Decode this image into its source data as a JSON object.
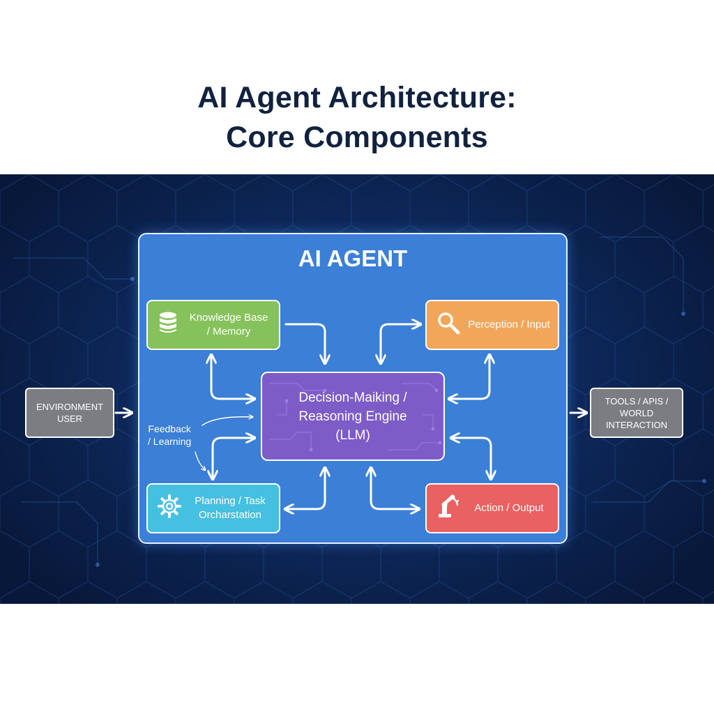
{
  "title": {
    "line1": "AI Agent Architecture:",
    "line2": "Core Components"
  },
  "agent": {
    "title": "AI AGENT"
  },
  "nodes": {
    "knowledge": {
      "line1": "Knowledge Base",
      "line2": "/ Memory",
      "icon": "database-icon",
      "color": "#86c25b"
    },
    "perception": {
      "label": "Perception / Input",
      "icon": "magnifier-icon",
      "color": "#f2a65a"
    },
    "planning": {
      "line1": "Planning / Task",
      "line2": "Orcharstation",
      "icon": "gear-icon",
      "color": "#45c0e0"
    },
    "action": {
      "label": "Action / Output",
      "icon": "robot-arm-icon",
      "color": "#ea6161"
    },
    "core": {
      "line1": "Decision-Maiking /",
      "line2": "Reasoning Engine",
      "line3": "(LLM)",
      "color": "#7d5cc7"
    }
  },
  "side": {
    "environment": {
      "line1": "Environment",
      "line2": "User"
    },
    "tools": {
      "line1": "Tools / APIs /",
      "line2": "World Interaction"
    }
  },
  "feedback": {
    "line1": "Feedback",
    "line2": "/ Learning"
  },
  "colors": {
    "panel": "#3b7fd6",
    "background": "#0e2a5e",
    "title": "#10223f"
  }
}
